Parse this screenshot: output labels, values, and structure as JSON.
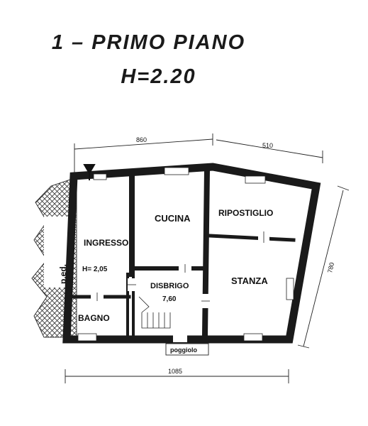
{
  "title": {
    "line1": "1 – PRIMO PIANO",
    "line2": "H=2.20"
  },
  "dimensions": {
    "top_left": "860",
    "top_right": "510",
    "right": "780",
    "bottom": "1085"
  },
  "rooms": {
    "ingresso": "INGRESSO",
    "ingresso_height": "H= 2,05",
    "cucina": "CUCINA",
    "ripostiglio": "RIPOSTIGLIO",
    "disbrigo": "DISBRIGO",
    "disbrigo_area": "7,60",
    "stanza": "STANZA",
    "bagno": "BAGNO"
  },
  "labels": {
    "poggiolo": "poggiolo",
    "party_wall": "p.ed."
  },
  "colors": {
    "wall": "#1a1a1a",
    "line": "#222222"
  }
}
